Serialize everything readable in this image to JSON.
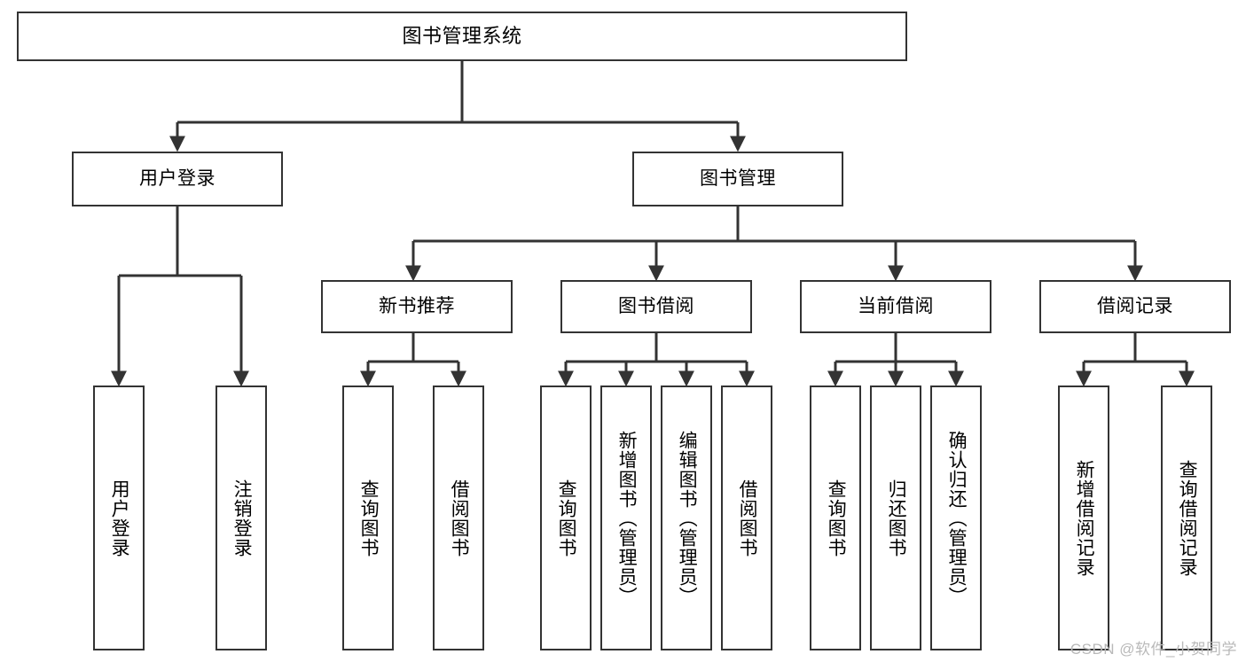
{
  "diagram": {
    "title": "图书管理系统",
    "type": "tree-hierarchy",
    "watermark": "CSDN @软件_小贺同学",
    "colors": {
      "box_border": "#333333",
      "box_fill": "#ffffff",
      "edge": "#333333",
      "text": "#000000",
      "watermark": "#b9b9b9",
      "background": "#ffffff"
    },
    "levels": {
      "root": {
        "label": "图书管理系统"
      },
      "level2": [
        {
          "id": "login",
          "label": "用户登录"
        },
        {
          "id": "book_mgmt",
          "label": "图书管理"
        }
      ],
      "level3": [
        {
          "id": "new_book_rec",
          "label": "新书推荐",
          "parent": "book_mgmt"
        },
        {
          "id": "book_borrow",
          "label": "图书借阅",
          "parent": "book_mgmt"
        },
        {
          "id": "current_borrow",
          "label": "当前借阅",
          "parent": "book_mgmt"
        },
        {
          "id": "borrow_record",
          "label": "借阅记录",
          "parent": "book_mgmt"
        }
      ],
      "leaves": [
        {
          "id": "leaf1",
          "label": "用户登录",
          "parent": "login"
        },
        {
          "id": "leaf2",
          "label": "注销登录",
          "parent": "login"
        },
        {
          "id": "leaf3",
          "label": "查询图书",
          "parent": "new_book_rec"
        },
        {
          "id": "leaf4",
          "label": "借阅图书",
          "parent": "new_book_rec"
        },
        {
          "id": "leaf5",
          "label": "查询图书",
          "parent": "book_borrow"
        },
        {
          "id": "leaf6",
          "label": "新增图书（管理员）",
          "parent": "book_borrow"
        },
        {
          "id": "leaf7",
          "label": "编辑图书（管理员）",
          "parent": "book_borrow"
        },
        {
          "id": "leaf8",
          "label": "借阅图书",
          "parent": "book_borrow"
        },
        {
          "id": "leaf9",
          "label": "查询图书",
          "parent": "current_borrow"
        },
        {
          "id": "leaf10",
          "label": "归还图书",
          "parent": "current_borrow"
        },
        {
          "id": "leaf11",
          "label": "确认归还（管理员）",
          "parent": "current_borrow"
        },
        {
          "id": "leaf12",
          "label": "新增借阅记录",
          "parent": "borrow_record"
        },
        {
          "id": "leaf13",
          "label": "查询借阅记录",
          "parent": "borrow_record"
        }
      ]
    }
  }
}
